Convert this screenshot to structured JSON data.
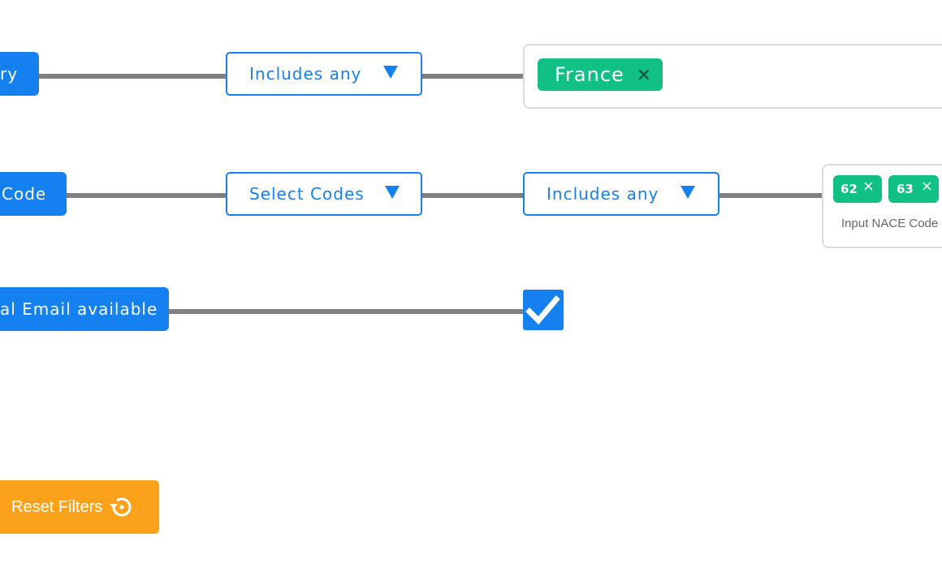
{
  "rows": {
    "country": {
      "label": "ry",
      "operator": "Includes any",
      "tags": [
        {
          "text": "France",
          "remove": "×"
        }
      ]
    },
    "nace": {
      "label": "Code",
      "code_select": "Select Codes",
      "operator": "Includes any",
      "tags": [
        {
          "text": "62",
          "remove": "×"
        },
        {
          "text": "63",
          "remove": "×"
        }
      ],
      "placeholder": "Input NACE Code"
    },
    "email": {
      "label": "al Email available",
      "checked": true
    }
  },
  "reset": {
    "label": "Reset Filters",
    "icon": "reset-icon"
  },
  "colors": {
    "primary": "#1580f0",
    "tag": "#11c085",
    "connector": "#808080",
    "reset": "#fba21a"
  }
}
